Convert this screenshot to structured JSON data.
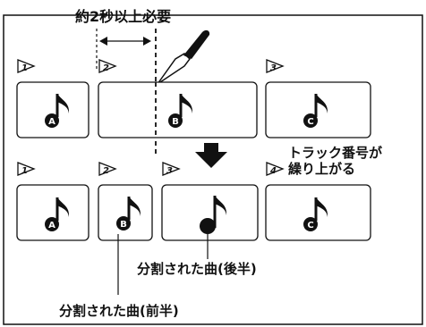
{
  "labels": {
    "time_note": "約2秒以上必要",
    "renumber_line1": "トラック番号が",
    "renumber_line2": "繰り上がる",
    "second_half": "分割された曲(後半)",
    "first_half": "分割された曲(前半)"
  },
  "top_row": {
    "flags": [
      "1",
      "2",
      "3"
    ],
    "badges": [
      "A",
      "B",
      "C"
    ]
  },
  "bottom_row": {
    "flags": [
      "1",
      "2",
      "3",
      "4"
    ],
    "badges": [
      "A",
      "B",
      "C"
    ]
  },
  "icons": [
    "knife-icon",
    "arrow-down-icon",
    "music-note-icon",
    "double-arrow-icon"
  ]
}
